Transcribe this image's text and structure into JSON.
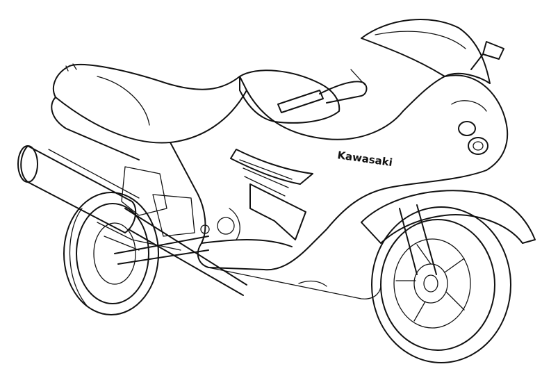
{
  "image": {
    "subject": "motorcycle-line-drawing",
    "style": "coloring-page",
    "line_color": "#111111",
    "background_color": "#ffffff"
  },
  "labels": {
    "brand_text": "Kawasaki"
  }
}
